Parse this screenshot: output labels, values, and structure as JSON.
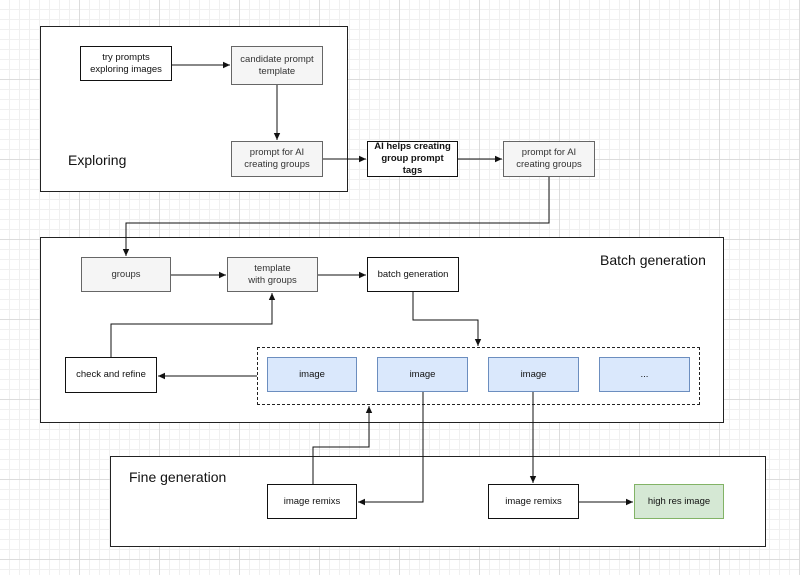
{
  "containers": {
    "exploring": "Exploring",
    "batch_generation": "Batch generation",
    "fine_generation": "Fine generation"
  },
  "nodes": {
    "try_prompts": "try prompts\nexploring images",
    "candidate_template": "candidate prompt\ntemplate",
    "prompt_ai_groups_1": "prompt for AI\ncreating groups",
    "ai_helps": "AI helps creating\ngroup prompt tags",
    "prompt_ai_groups_2": "prompt for AI\ncreating groups",
    "groups": "groups",
    "template_with_groups": "template\nwith groups",
    "batch_generation": "batch generation",
    "check_and_refine": "check and refine",
    "images": [
      "image",
      "image",
      "image",
      "..."
    ],
    "image_remix_1": "image remixs",
    "image_remix_2": "image remixs",
    "high_res_image": "high res image"
  },
  "colors": {
    "image_fill": "#dae8fc",
    "image_stroke": "#6c8ebf",
    "high_res_fill": "#d5e8d4",
    "high_res_stroke": "#82b366",
    "grey_fill": "#f5f5f5"
  }
}
